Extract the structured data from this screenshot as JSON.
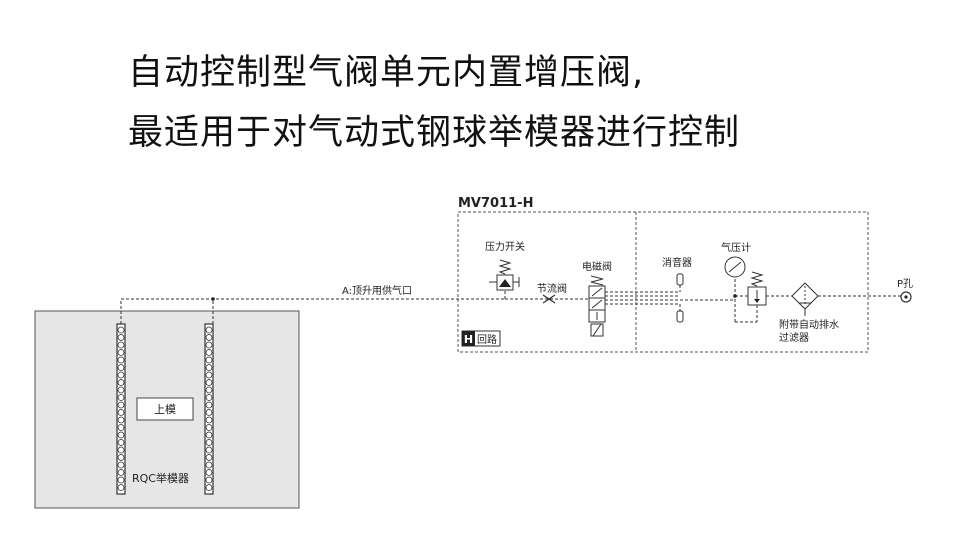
{
  "headline": {
    "line1": "自动控制型气阀单元内置增压阀,",
    "line2": "最适用于对气动式钢球举模器进行控制"
  },
  "diagram": {
    "model": "MV7011-H",
    "circuit_badge": "H",
    "circuit_label": "回路",
    "pressure_switch": "压力开关",
    "solenoid_valve": "电磁阀",
    "throttle_valve": "节流阀",
    "silencer": "消音器",
    "gauge": "气压计",
    "filter_line1": "附带自动排水",
    "filter_line2": "过滤器",
    "supply_line": "A:顶升用供气口",
    "port": "P孔",
    "upper_die": "上模",
    "lifter": "RQC举模器"
  }
}
